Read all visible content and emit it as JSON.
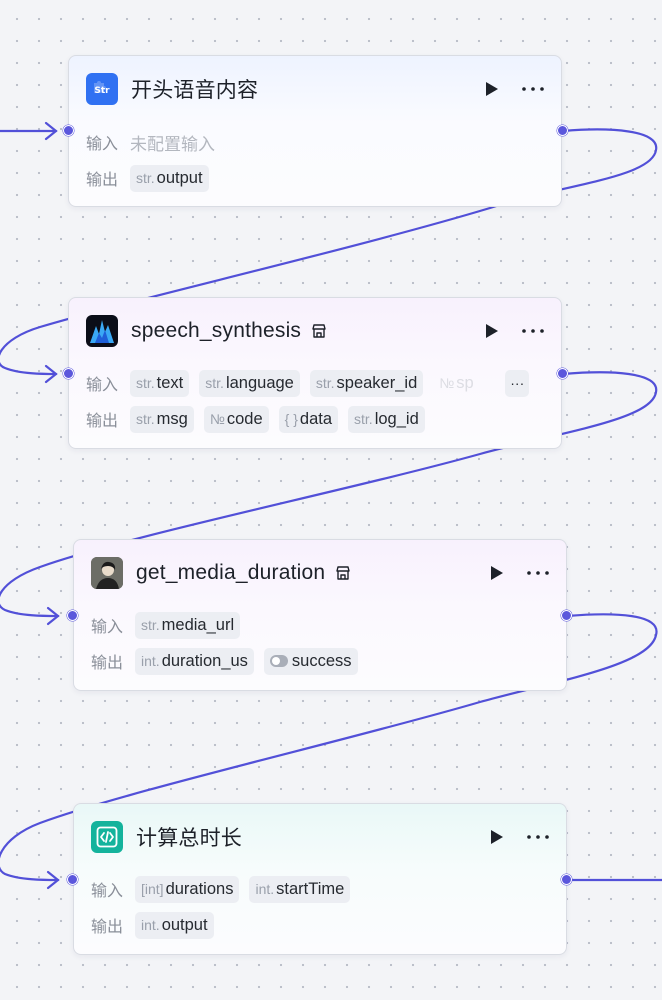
{
  "nodes": [
    {
      "title": "开头语音内容",
      "icon": "str-icon",
      "input_label": "输入",
      "input_placeholder": "未配置输入",
      "output_label": "输出",
      "outputs": [
        {
          "type": "str.",
          "name": "output"
        }
      ]
    },
    {
      "title": "speech_synthesis",
      "icon": "speech-waveform-icon",
      "input_label": "输入",
      "inputs": [
        {
          "type": "str.",
          "name": "text"
        },
        {
          "type": "str.",
          "name": "language"
        },
        {
          "type": "str.",
          "name": "speaker_id"
        },
        {
          "type": "№",
          "name": "sp"
        }
      ],
      "more_inputs": "···",
      "output_label": "输出",
      "outputs": [
        {
          "type": "str.",
          "name": "msg"
        },
        {
          "type": "№",
          "name": "code"
        },
        {
          "type": "{ }",
          "name": "data"
        },
        {
          "type": "str.",
          "name": "log_id"
        }
      ]
    },
    {
      "title": "get_media_duration",
      "icon": "avatar-icon",
      "input_label": "输入",
      "inputs": [
        {
          "type": "str.",
          "name": "media_url"
        }
      ],
      "output_label": "输出",
      "outputs": [
        {
          "type": "int.",
          "name": "duration_us"
        },
        {
          "type": "",
          "name": "success"
        }
      ]
    },
    {
      "title": "计算总时长",
      "icon": "code-icon",
      "input_label": "输入",
      "inputs": [
        {
          "type": "[int]",
          "name": "durations"
        },
        {
          "type": "int.",
          "name": "startTime"
        }
      ],
      "output_label": "输出",
      "outputs": [
        {
          "type": "int.",
          "name": "output"
        }
      ]
    }
  ],
  "colors": {
    "edge": "#5250d8",
    "port": "#5b57dc",
    "str_icon_bg": "#3071f2",
    "code_icon_bg": "#14b39c"
  }
}
